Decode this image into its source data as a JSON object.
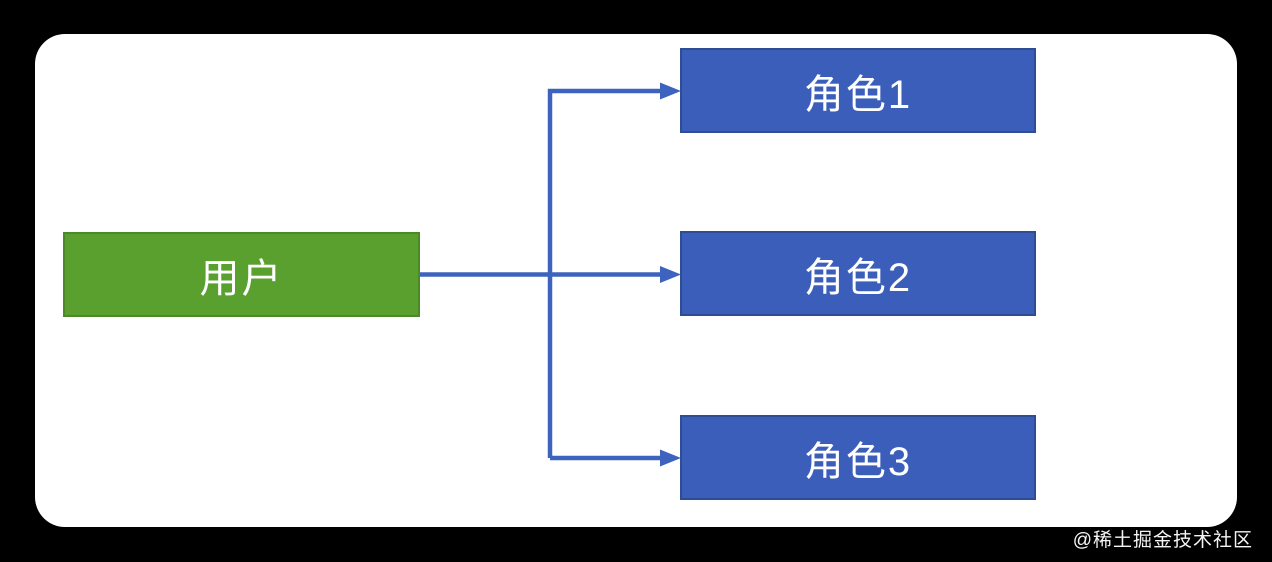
{
  "diagram": {
    "source_node": {
      "label": "用户"
    },
    "target_nodes": [
      {
        "label": "角色1"
      },
      {
        "label": "角色2"
      },
      {
        "label": "角色3"
      }
    ],
    "connections": [
      {
        "from": "用户",
        "to": "角色1"
      },
      {
        "from": "用户",
        "to": "角色2"
      },
      {
        "from": "用户",
        "to": "角色3"
      }
    ],
    "colors": {
      "page_bg": "#000000",
      "canvas_bg": "#ffffff",
      "source_fill": "#5aa02f",
      "source_border": "#4c8928",
      "target_fill": "#3b5eba",
      "target_border": "#2f4d93",
      "arrow": "#3d63be",
      "node_text": "#ffffff",
      "watermark_color": "#f5f5f5"
    }
  },
  "watermark": {
    "text": "@稀土掘金技术社区"
  }
}
